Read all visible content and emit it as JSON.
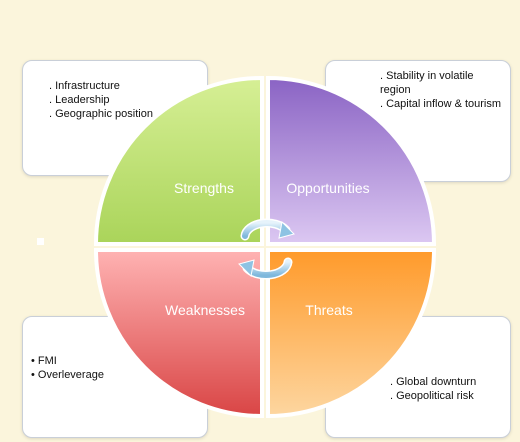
{
  "strengths": {
    "label": "Strengths",
    "color": "#b7dd6a",
    "items": [
      ". Infrastructure",
      ". Leadership",
      ". Geographic position"
    ]
  },
  "opportunities": {
    "label": "Opportunities",
    "color": "#a98ad6",
    "items": [
      ". Stability in volatile region",
      ". Capital inflow & tourism"
    ]
  },
  "weaknesses": {
    "label": "Weaknesses",
    "color": "#e86c6c",
    "items": [
      "• FMI",
      "• Overleverage"
    ]
  },
  "threats": {
    "label": "Threats",
    "color": "#f9ad52",
    "items": [
      ". Global downturn",
      ". Geopolitical risk"
    ]
  }
}
